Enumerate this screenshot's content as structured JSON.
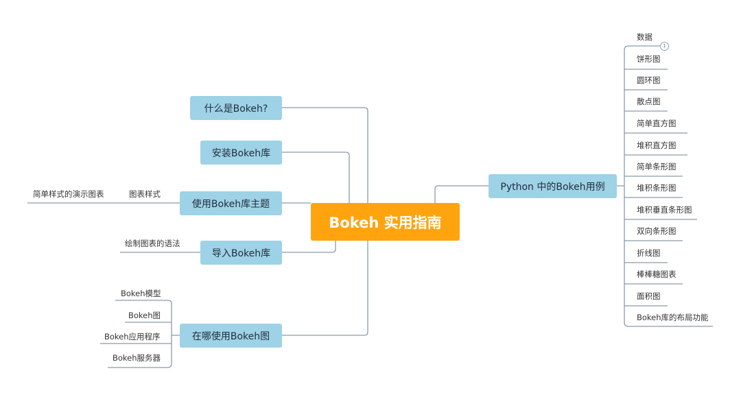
{
  "colors": {
    "root": "#ffa40f",
    "topic": "#9ed2e6",
    "connector": "#8a9aaa"
  },
  "root": "Bokeh 实用指南",
  "left_topics": [
    {
      "label": "什么是Bokeh?",
      "children": []
    },
    {
      "label": "安装Bokeh库",
      "children": []
    },
    {
      "label": "使用Bokeh库主题",
      "children": [
        {
          "label": "图表样式",
          "children": [
            {
              "label": "简单样式的演示图表"
            }
          ]
        }
      ]
    },
    {
      "label": "导入Bokeh库",
      "children": [
        {
          "label": "绘制图表的语法"
        }
      ]
    },
    {
      "label": "在哪使用Bokeh图",
      "children": [
        {
          "label": "Bokeh模型"
        },
        {
          "label": "Bokeh图"
        },
        {
          "label": "Bokeh应用程序"
        },
        {
          "label": "Bokeh服务器"
        }
      ]
    }
  ],
  "right_topic": {
    "label": "Python 中的Bokeh用例",
    "children": [
      {
        "label": "数据",
        "badge": "1"
      },
      {
        "label": "饼形图"
      },
      {
        "label": "圆环图"
      },
      {
        "label": "散点图"
      },
      {
        "label": "简单直方图"
      },
      {
        "label": "堆积直方图"
      },
      {
        "label": "简单条形图"
      },
      {
        "label": "堆积条形图"
      },
      {
        "label": "堆积垂直条形图"
      },
      {
        "label": "双向条形图"
      },
      {
        "label": "折线图"
      },
      {
        "label": "棒棒糖图表"
      },
      {
        "label": "面积图"
      },
      {
        "label": "Bokeh库的布局功能"
      }
    ]
  }
}
